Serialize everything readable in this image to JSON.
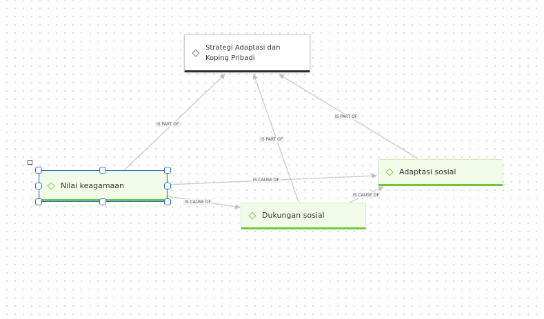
{
  "nodes": {
    "root": {
      "label": "Strategi Adaptasi dan Koping Pribadi",
      "icon": "diamond-icon"
    },
    "nilai": {
      "label": "Nilai keagamaan",
      "icon": "diamond-icon"
    },
    "dukungan": {
      "label": "Dukungan sosial",
      "icon": "diamond-icon"
    },
    "adaptasi": {
      "label": "Adaptasi sosial",
      "icon": "diamond-icon"
    }
  },
  "edges": {
    "nilai_root": "IS PART OF",
    "dukungan_root": "IS PART OF",
    "adaptasi_root": "IS PART OF",
    "nilai_adaptasi": "IS CAUSE OF",
    "nilai_dukungan": "IS CAUSE OF",
    "dukungan_adaptasi": "IS CAUSE OF"
  },
  "colors": {
    "accent_green": "#6cc83e",
    "selection_blue": "#2f6fd0",
    "root_border": "#2b2b2b",
    "connector": "#c8c8c8"
  }
}
